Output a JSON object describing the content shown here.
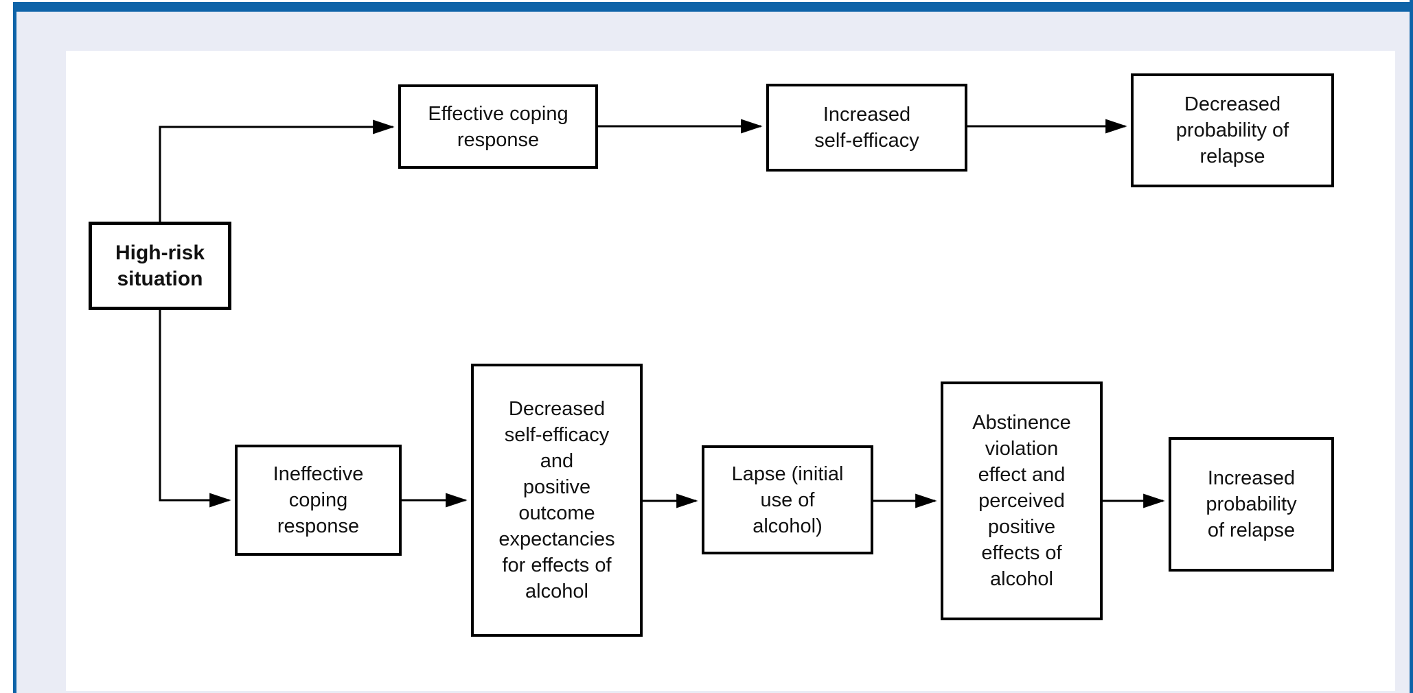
{
  "colors": {
    "frame_blue": "#0e63a8",
    "field_lavender": "#eaecf5",
    "box_border": "#000000",
    "box_fill": "#ffffff",
    "line_black": "#000000"
  },
  "diagram": {
    "nodes": [
      {
        "id": "high_risk",
        "label": "High-risk\nsituation",
        "emphasis": "bold"
      },
      {
        "id": "effective_coping",
        "label": "Effective coping\nresponse"
      },
      {
        "id": "increased_self_efficacy",
        "label": "Increased\nself-efficacy"
      },
      {
        "id": "decreased_probability_of_relapse",
        "label": "Decreased\nprobability of\nrelapse"
      },
      {
        "id": "ineffective_coping",
        "label": "Ineffective\ncoping\nresponse"
      },
      {
        "id": "decreased_self_efficacy_expectancies",
        "label": "Decreased\nself-efficacy\nand\npositive\noutcome\nexpectancies\nfor effects of\nalcohol"
      },
      {
        "id": "lapse",
        "label": "Lapse (initial\nuse of\nalcohol)"
      },
      {
        "id": "abstinence_violation_effect",
        "label": "Abstinence\nviolation\neffect and\nperceived\npositive\neffects of\nalcohol"
      },
      {
        "id": "increased_probability_of_relapse",
        "label": "Increased\nprobability\nof relapse"
      }
    ],
    "edges": [
      {
        "from": "high_risk",
        "to": "effective_coping"
      },
      {
        "from": "effective_coping",
        "to": "increased_self_efficacy"
      },
      {
        "from": "increased_self_efficacy",
        "to": "decreased_probability_of_relapse"
      },
      {
        "from": "high_risk",
        "to": "ineffective_coping"
      },
      {
        "from": "ineffective_coping",
        "to": "decreased_self_efficacy_expectancies"
      },
      {
        "from": "decreased_self_efficacy_expectancies",
        "to": "lapse"
      },
      {
        "from": "lapse",
        "to": "abstinence_violation_effect"
      },
      {
        "from": "abstinence_violation_effect",
        "to": "increased_probability_of_relapse"
      }
    ]
  }
}
